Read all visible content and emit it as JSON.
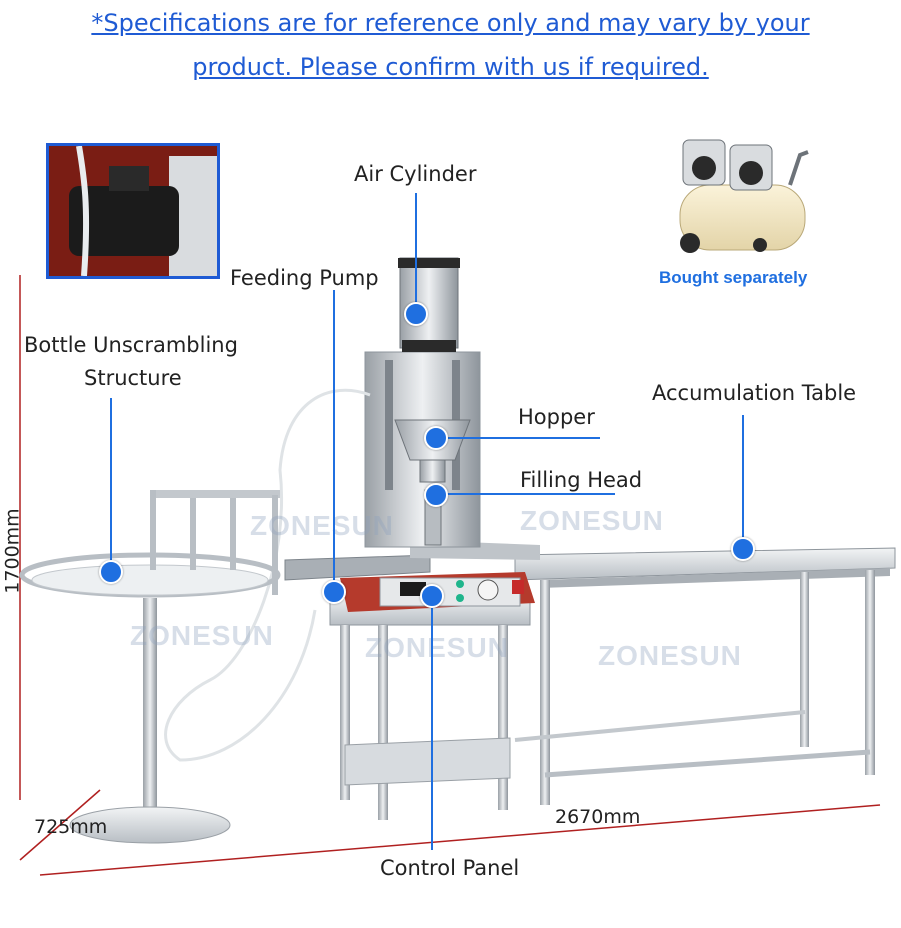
{
  "notice": {
    "line1": "*Specifications are for reference only and may vary by your",
    "line2": "product. Please confirm with us if required."
  },
  "labels": {
    "air_cylinder": "Air Cylinder",
    "feeding_pump": "Feeding Pump",
    "bottle_unscrambling_1": "Bottle Unscrambling",
    "bottle_unscrambling_2": "Structure",
    "hopper": "Hopper",
    "filling_head": "Filling Head",
    "accumulation_table": "Accumulation Table",
    "control_panel": "Control Panel"
  },
  "compressor_note": "Bought separately",
  "dimensions": {
    "height": "1700mm",
    "depth": "725mm",
    "length": "2670mm"
  },
  "watermark": "ZONESUN",
  "colors": {
    "accent": "#1f6fe0",
    "notice": "#1f5bd4",
    "steel": "#c9ced3"
  }
}
